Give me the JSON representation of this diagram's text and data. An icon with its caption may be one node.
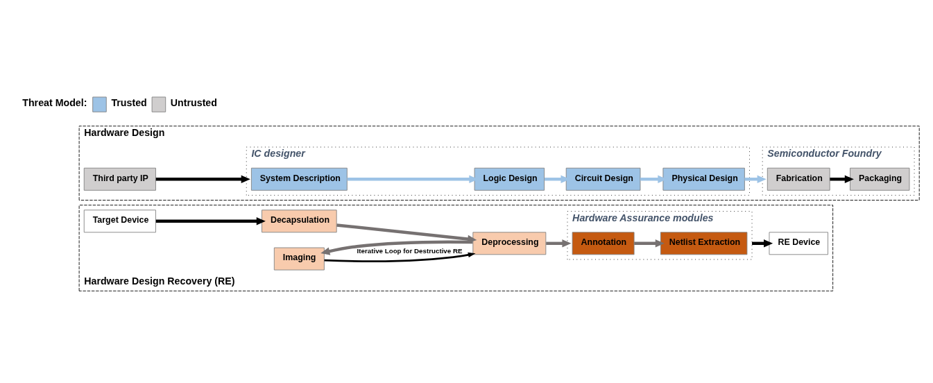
{
  "diagram": {
    "nodes": [
      {
        "text": [
          "Hardware Design"
        ]
      },
      {
        "text": [
          "IC designer"
        ],
        "in": 0
      },
      {
        "text": [
          "Third party IP"
        ],
        "in": 0
      },
      {
        "text": [
          "System Description"
        ],
        "in": 1
      },
      {
        "text": [
          "Logic Design"
        ],
        "in": 1
      },
      {
        "text": [
          "Circuit Design"
        ],
        "in": 1
      },
      {
        "text": [
          "Physical Design"
        ],
        "in": 1
      },
      {
        "text": [
          "Semiconductor Foundry"
        ],
        "in": 0
      },
      {
        "text": [
          "Fabrication"
        ],
        "in": 7
      },
      {
        "text": [
          "Packaging"
        ],
        "in": 7
      },
      {
        "text": [
          "Hardware Design Recovery (RE)"
        ]
      },
      {
        "text": [
          "Target Device"
        ],
        "in": 10
      },
      {
        "text": [
          "Decapsulation"
        ],
        "in": 10
      },
      {
        "text": [
          "Imaging"
        ],
        "in": 10
      },
      {
        "text": [
          "Deprocessing"
        ],
        "in": 10
      },
      {
        "text": [
          "Hardware Assurance modules"
        ],
        "in": 10
      },
      {
        "text": [
          "Annotation"
        ],
        "in": 15
      },
      {
        "text": [
          "Netlist Extraction"
        ],
        "in": 15
      },
      {
        "text": [
          "RE Device"
        ],
        "in": 10
      }
    ],
    "edges": [
      {
        "from": 2,
        "to": 1,
        "arrow": "to"
      },
      {
        "from": 3,
        "to": 4,
        "arrow": "to",
        "color": "#9dc3e6"
      },
      {
        "from": 4,
        "to": 5,
        "arrow": "to",
        "color": "#9dc3e6"
      },
      {
        "from": 5,
        "to": 6,
        "arrow": "to",
        "color": "#9dc3e6"
      },
      {
        "from": 6,
        "to": 7,
        "arrow": "to",
        "color": "#9dc3e6"
      },
      {
        "from": 8,
        "to": 9,
        "arrow": "to"
      },
      {
        "from": 11,
        "to": 12,
        "arrow": "to"
      },
      {
        "from": 12,
        "to": 14,
        "arrow": "to",
        "color": "#767171"
      },
      {
        "from": 14,
        "to": 13,
        "arrow": "to",
        "color": "#767171"
      },
      {
        "from": 13,
        "to": 14,
        "arrow": "to",
        "label": "Iterative Loop for Destructive RE"
      },
      {
        "from": 14,
        "to": 15,
        "arrow": "to",
        "color": "#767171"
      },
      {
        "from": 16,
        "to": 17,
        "arrow": "to",
        "color": "#767171"
      },
      {
        "from": 15,
        "to": 18,
        "arrow": "to"
      }
    ],
    "labels": [
      "Threat Model:"
    ],
    "legend": [
      {
        "text": "Trusted",
        "color": "#9dc3e6"
      },
      {
        "text": "Untrusted",
        "color": "#d0cece"
      }
    ]
  }
}
